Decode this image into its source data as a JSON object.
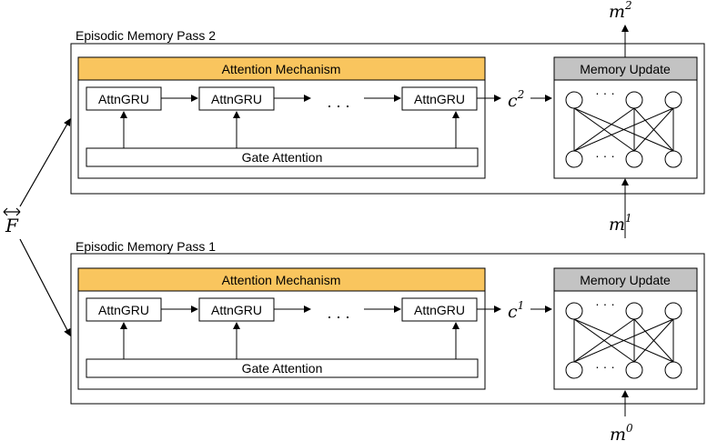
{
  "input_label": "F",
  "passes": [
    {
      "title": "Episodic Memory Pass 2",
      "attention_header": "Attention Mechanism",
      "gru_labels": [
        "AttnGRU",
        "AttnGRU",
        "AttnGRU"
      ],
      "ellipsis": ". . .",
      "gate_label": "Gate Attention",
      "context_base": "c",
      "context_sup": "2",
      "memory_header": "Memory Update",
      "node_ellipsis": "· · ·",
      "memory_out_base": "m",
      "memory_out_sup": "2"
    },
    {
      "title": "Episodic Memory Pass 1",
      "attention_header": "Attention Mechanism",
      "gru_labels": [
        "AttnGRU",
        "AttnGRU",
        "AttnGRU"
      ],
      "ellipsis": ". . .",
      "gate_label": "Gate Attention",
      "context_base": "c",
      "context_sup": "1",
      "memory_header": "Memory Update",
      "node_ellipsis": "· · ·",
      "memory_out_base": "m",
      "memory_out_sup": "1"
    }
  ],
  "memory_in_base": "m",
  "memory_in_sup": "0",
  "colors": {
    "attention_header": "#f9c55e",
    "memory_header": "#c3c3c3",
    "line": "#000000"
  }
}
